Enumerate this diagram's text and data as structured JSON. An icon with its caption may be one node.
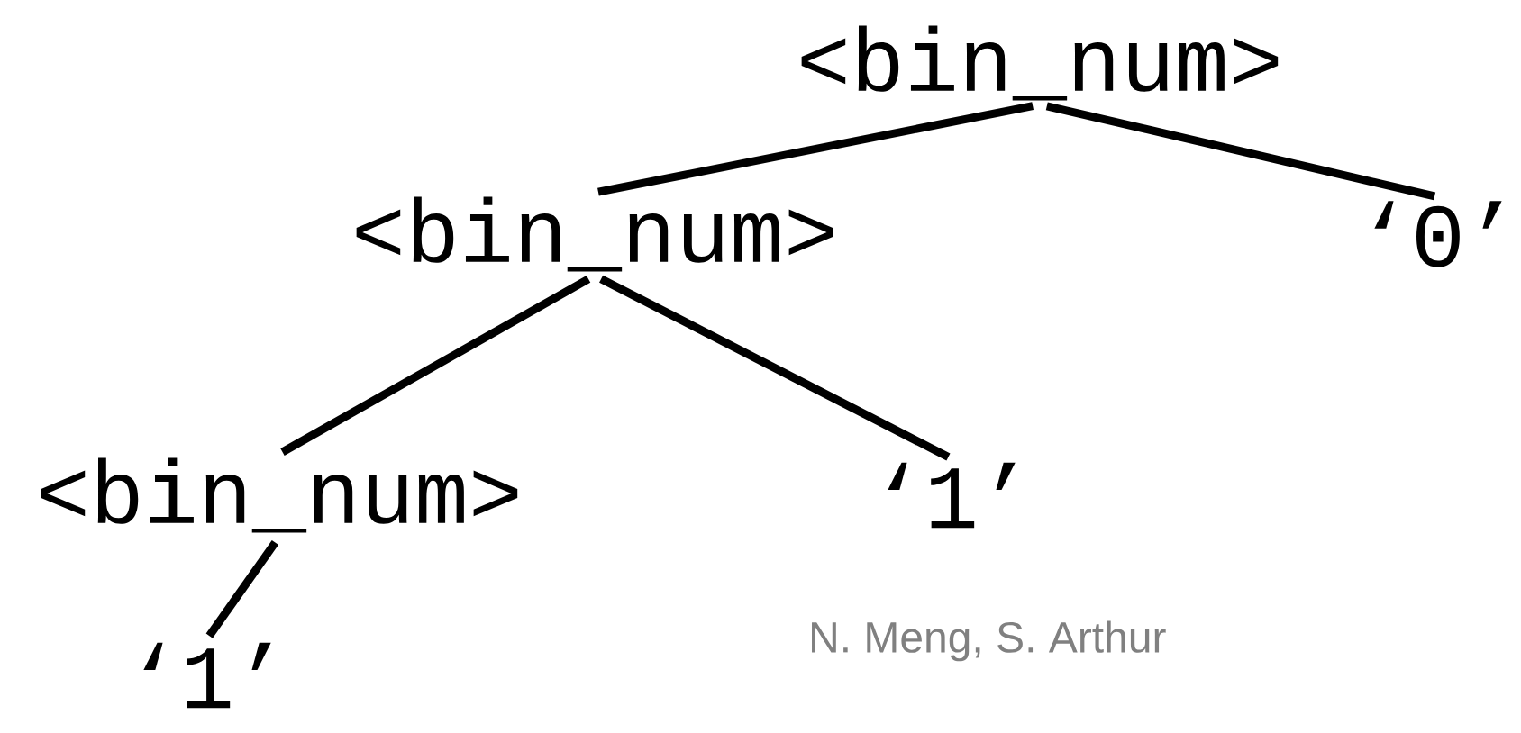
{
  "diagram": {
    "nodes": [
      {
        "text": [
          "<bin_num>"
        ]
      },
      {
        "text": [
          "<bin_num>"
        ]
      },
      {
        "text": [
          "‘0’"
        ]
      },
      {
        "text": [
          "<bin_num>"
        ]
      },
      {
        "text": [
          "‘1’"
        ]
      },
      {
        "text": [
          "‘1’"
        ]
      }
    ],
    "edges": [
      {
        "from": 0,
        "to": 1,
        "arrow": "none"
      },
      {
        "from": 0,
        "to": 2,
        "arrow": "none"
      },
      {
        "from": 1,
        "to": 3,
        "arrow": "none"
      },
      {
        "from": 1,
        "to": 4,
        "arrow": "none"
      },
      {
        "from": 3,
        "to": 5,
        "arrow": "none"
      }
    ],
    "labels": [
      "N. Meng, S. Arthur"
    ]
  }
}
